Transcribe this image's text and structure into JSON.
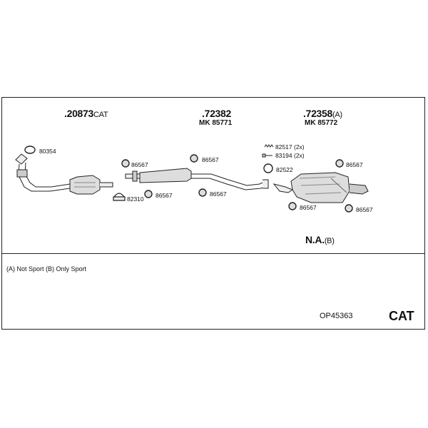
{
  "groups": [
    {
      "number": ".20873",
      "suffix": "CAT",
      "sub": ""
    },
    {
      "number": ".72382",
      "suffix": "",
      "sub": "MK 85771"
    },
    {
      "number": ".72358",
      "suffix": "(A)",
      "sub": "MK 85772"
    }
  ],
  "parts": {
    "p80354": "80354",
    "p86567_a": "86567",
    "p82310": "82310",
    "p86567_b": "86567",
    "p86567_c": "86567",
    "p86567_d": "86567",
    "p82517": "82517 (2x)",
    "p83194": "83194 (2x)",
    "p82522": "82522",
    "p86567_e": "86567",
    "p86567_f": "86567",
    "p86567_g": "86567"
  },
  "na": {
    "text": "N.A.",
    "suffix": "(B)"
  },
  "legend": "(A) Not Sport (B) Only Sport",
  "code": "OP45363",
  "category": "CAT"
}
